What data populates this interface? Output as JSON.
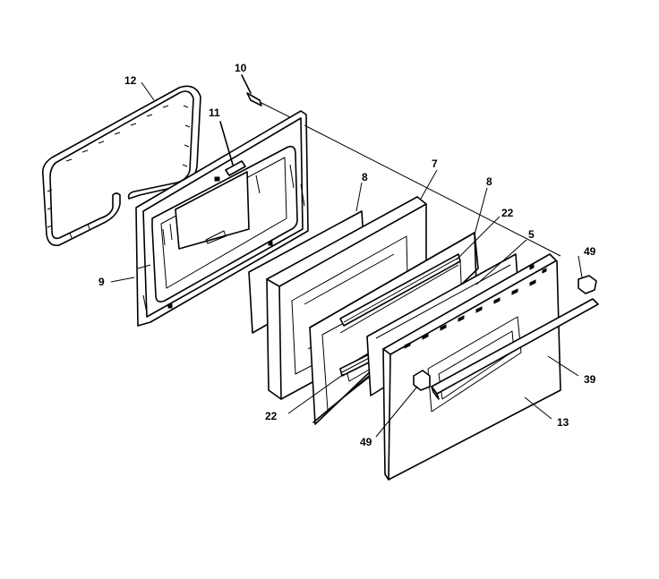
{
  "header": {
    "caption": ""
  },
  "labels": {
    "p12": "12",
    "p10": "10",
    "p11": "11",
    "p7": "7",
    "p8a": "8",
    "p8b": "8",
    "p22a": "22",
    "p5": "5",
    "p49a": "49",
    "p9": "9",
    "p39": "39",
    "p22b": "22",
    "p13": "13",
    "p49b": "49"
  }
}
